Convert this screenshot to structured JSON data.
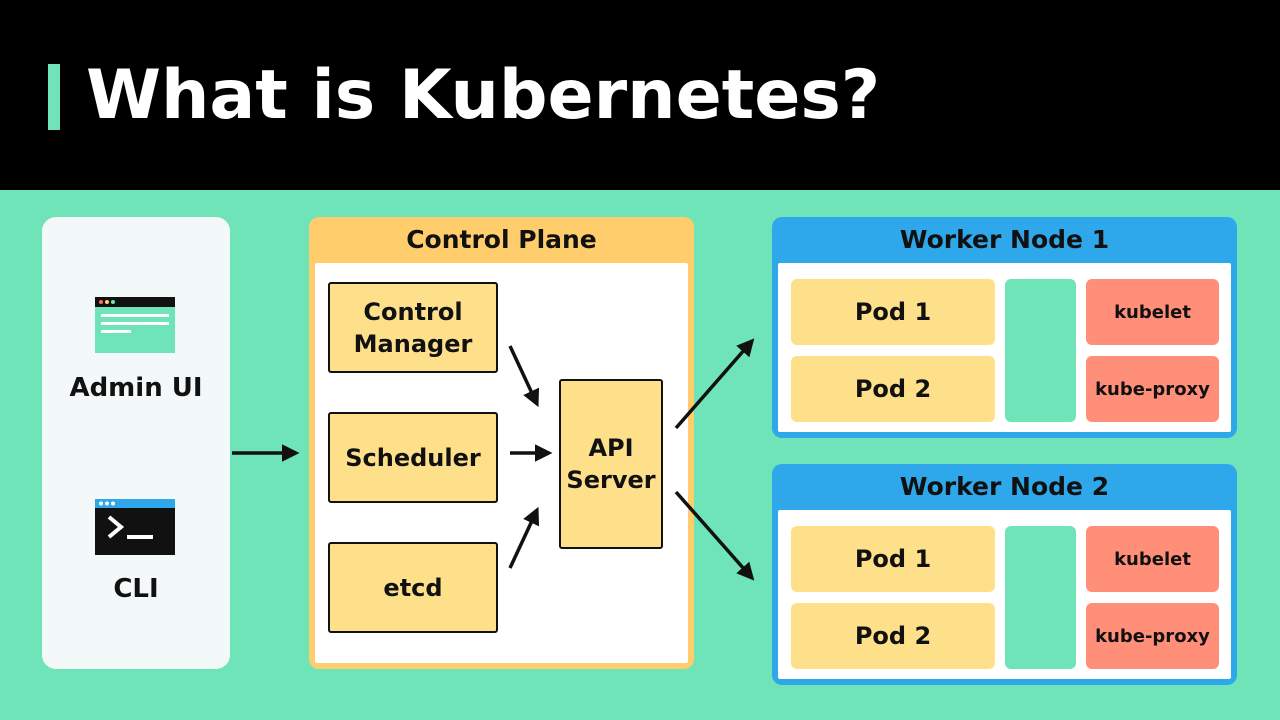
{
  "header": {
    "title": "What is Kubernetes?"
  },
  "clients": {
    "admin_ui": {
      "label": "Admin UI",
      "icon": "browser-window-icon"
    },
    "cli": {
      "label": "CLI",
      "icon": "terminal-icon"
    }
  },
  "control_plane": {
    "title": "Control Plane",
    "components": {
      "control_manager": "Control\nManager",
      "scheduler": "Scheduler",
      "etcd": "etcd",
      "api_server": "API\nServer"
    }
  },
  "worker_nodes": [
    {
      "title": "Worker Node 1",
      "pods": [
        "Pod 1",
        "Pod 2"
      ],
      "kubelet": "kubelet",
      "kube_proxy": "kube-proxy"
    },
    {
      "title": "Worker Node 2",
      "pods": [
        "Pod 1",
        "Pod 2"
      ],
      "kubelet": "kubelet",
      "kube_proxy": "kube-proxy"
    }
  ],
  "colors": {
    "background": "#6ee4b8",
    "header": "#000000",
    "control_plane": "#ffcd6b",
    "worker_node": "#2ea8ea",
    "component": "#ffe08a",
    "agent": "#ff8f78"
  }
}
